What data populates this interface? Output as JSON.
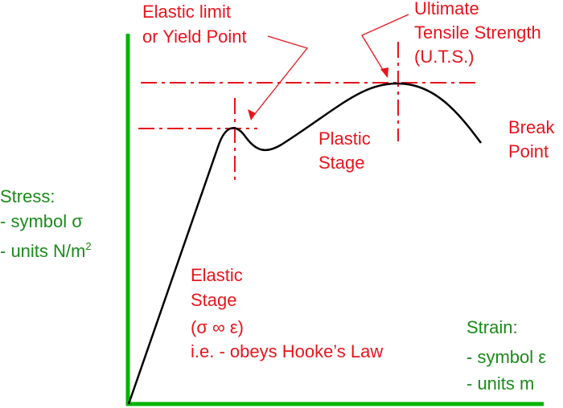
{
  "colors": {
    "axis": "#00b400",
    "annotation": "#e8141b",
    "label": "#1a8a1a",
    "curve": "#000000"
  },
  "labels": {
    "elastic_limit": [
      "Elastic limit",
      "or Yield Point"
    ],
    "uts": [
      "Ultimate",
      "Tensile Strength",
      "(U.T.S.)"
    ],
    "plastic": [
      "Plastic",
      "Stage"
    ],
    "break": [
      "Break",
      "Point"
    ],
    "stress": [
      "Stress:",
      "- symbol σ",
      "- units N/m",
      "2"
    ],
    "elastic_stage": [
      "Elastic",
      "Stage",
      "(σ ∞ ε)",
      "i.e. - obeys Hooke’s Law"
    ],
    "strain": [
      "Strain:",
      "- symbol ε",
      "- units m"
    ]
  }
}
